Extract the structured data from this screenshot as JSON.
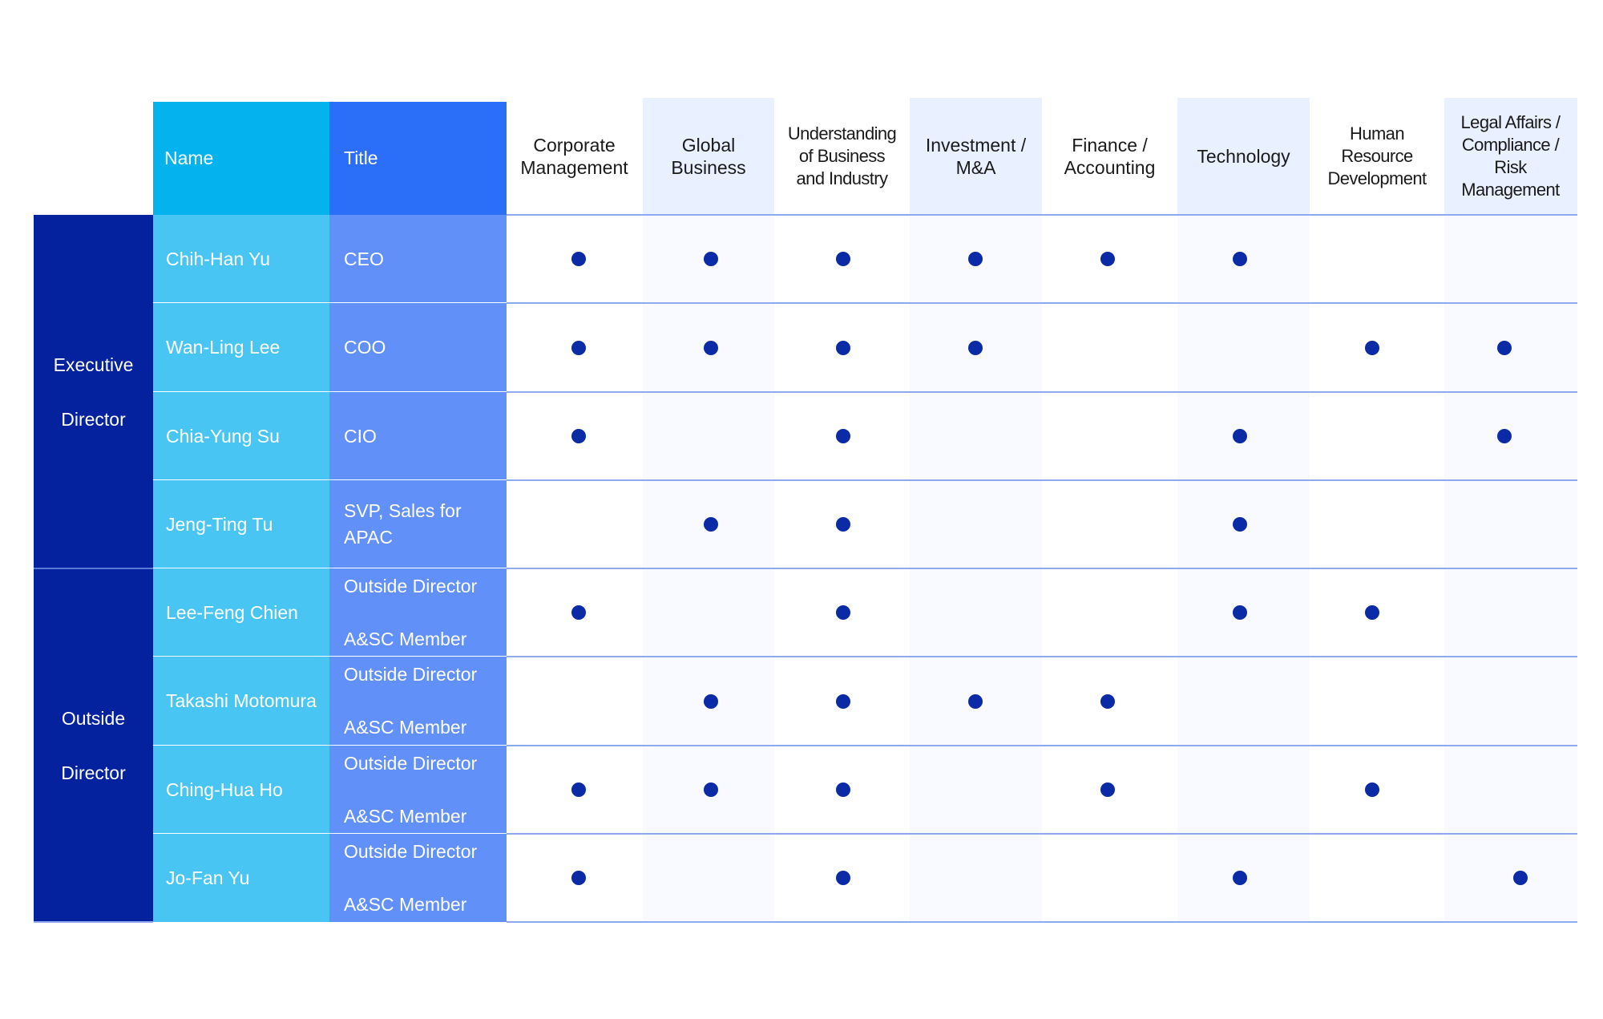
{
  "colors": {
    "group_bg": "#04229d",
    "name_header_bg": "#04b2ee",
    "title_header_bg": "#2b6ef8",
    "name_cell_bg": "#48c5f2",
    "title_cell_bg": "#6290f9",
    "skill_header_alt_bg": "#e9f0ff",
    "dot": "#0a2aa6"
  },
  "headers": {
    "name": "Name",
    "title": "Title"
  },
  "skills": [
    {
      "lines": [
        "Corporate",
        "Management"
      ]
    },
    {
      "lines": [
        "Global",
        "Business"
      ]
    },
    {
      "lines": [
        "Understanding",
        "of Business",
        "and Industry"
      ]
    },
    {
      "lines": [
        "Investment /",
        "M&A"
      ]
    },
    {
      "lines": [
        "Finance /",
        "Accounting"
      ]
    },
    {
      "lines": [
        "Technology"
      ]
    },
    {
      "lines": [
        "Human",
        "Resource",
        "Development"
      ]
    },
    {
      "lines": [
        "Legal Affairs /",
        "Compliance /",
        "Risk",
        "Management"
      ]
    }
  ],
  "groups": [
    {
      "lines": [
        "Executive",
        "Director"
      ],
      "rows": 4
    },
    {
      "lines": [
        "Outside",
        "Director"
      ],
      "rows": 4
    }
  ],
  "directors": [
    {
      "name": "Chih-Han Yu",
      "title": [
        "CEO"
      ],
      "skills": [
        true,
        true,
        true,
        true,
        true,
        true,
        false,
        false
      ]
    },
    {
      "name": "Wan-Ling Lee",
      "title": [
        "COO"
      ],
      "skills": [
        true,
        true,
        true,
        true,
        false,
        false,
        true,
        true
      ]
    },
    {
      "name": "Chia-Yung Su",
      "title": [
        "CIO"
      ],
      "skills": [
        true,
        false,
        true,
        false,
        false,
        true,
        false,
        true
      ]
    },
    {
      "name": "Jeng-Ting Tu",
      "title": [
        "SVP, Sales for APAC"
      ],
      "skills": [
        false,
        true,
        true,
        false,
        false,
        true,
        false,
        false
      ]
    },
    {
      "name": "Lee-Feng Chien",
      "title": [
        "Outside Director",
        "A&SC Member"
      ],
      "skills": [
        true,
        false,
        true,
        false,
        false,
        true,
        true,
        false
      ]
    },
    {
      "name": "Takashi Motomura",
      "title": [
        "Outside Director",
        "A&SC Member"
      ],
      "skills": [
        false,
        true,
        true,
        true,
        true,
        false,
        false,
        false
      ]
    },
    {
      "name": "Ching-Hua Ho",
      "title": [
        "Outside Director",
        "A&SC Member"
      ],
      "skills": [
        true,
        true,
        true,
        false,
        true,
        false,
        true,
        false
      ]
    },
    {
      "name": "Jo-Fan Yu",
      "title": [
        "Outside Director",
        "A&SC Member"
      ],
      "skills": [
        true,
        false,
        true,
        false,
        false,
        true,
        false,
        true
      ]
    }
  ]
}
